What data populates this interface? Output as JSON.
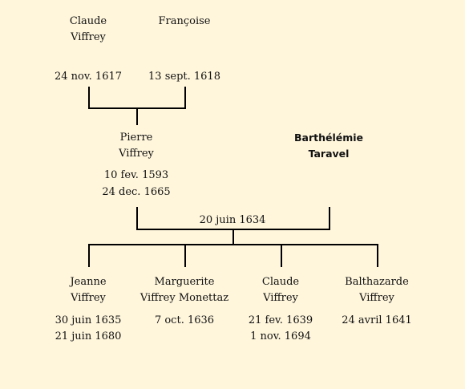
{
  "family_tree": {
    "grandparents": {
      "father": {
        "first_name": "Claude",
        "last_name": "Viffrey",
        "date": "24 nov. 1617"
      },
      "mother": {
        "first_name": "Françoise",
        "date": "13 sept. 1618"
      }
    },
    "parents": {
      "husband": {
        "first_name": "Pierre",
        "last_name": "Viffrey",
        "birth": "10 fev. 1593",
        "death": "24 dec. 1665"
      },
      "wife": {
        "first_name": "Barthélémie",
        "last_name": "Taravel"
      },
      "marriage_date": "20 juin 1634"
    },
    "children": [
      {
        "first_name": "Jeanne",
        "last_name": "Viffrey",
        "birth": "30 juin 1635",
        "death": "21 juin 1680"
      },
      {
        "first_name": "Marguerite",
        "last_name": "Viffrey Monettaz",
        "birth": "7 oct. 1636"
      },
      {
        "first_name": "Claude",
        "last_name": "Viffrey",
        "birth": "21 fev. 1639",
        "death": "1 nov. 1694"
      },
      {
        "first_name": "Balthazarde",
        "last_name": "Viffrey",
        "birth": "24 avril 1641"
      }
    ]
  }
}
